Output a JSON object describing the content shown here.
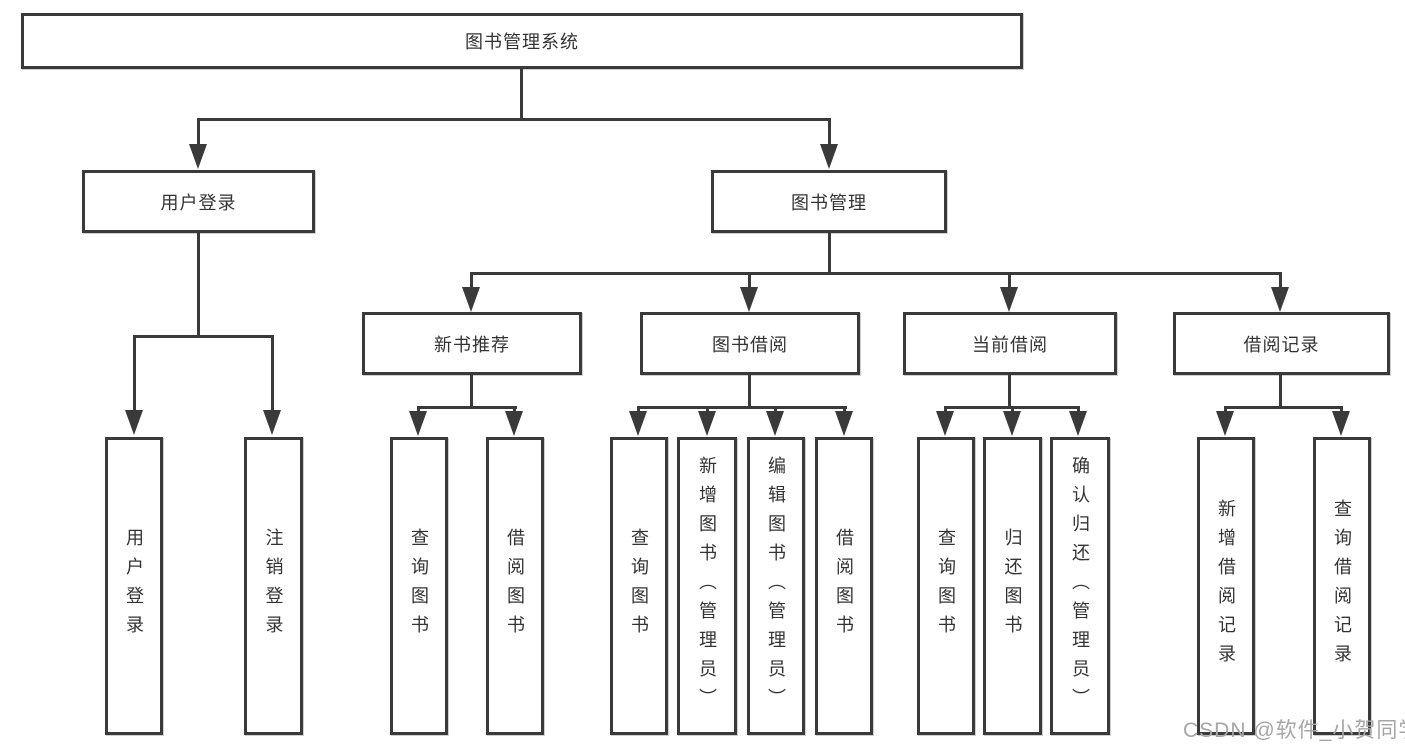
{
  "diagram": {
    "root": {
      "label": "图书管理系统"
    },
    "level1": [
      {
        "label": "用户登录"
      },
      {
        "label": "图书管理"
      }
    ],
    "level2": [
      {
        "label": "新书推荐"
      },
      {
        "label": "图书借阅"
      },
      {
        "label": "当前借阅"
      },
      {
        "label": "借阅记录"
      }
    ],
    "leaves": {
      "user_login": [
        "用户登录",
        "注销登录"
      ],
      "new_books": [
        "查询图书",
        "借阅图书"
      ],
      "book_borrow": [
        "查询图书",
        "新增图书（管理员）",
        "编辑图书（管理员）",
        "借阅图书"
      ],
      "current_borrow": [
        "查询图书",
        "归还图书",
        "确认归还（管理员）"
      ],
      "borrow_records": [
        "新增借阅记录",
        "查询借阅记录"
      ]
    }
  },
  "watermark": "CSDN @软件_小贺同学",
  "colors": {
    "line": "#3a3a3a",
    "text": "#333333",
    "watermark": "#a6a6a6",
    "background": "#ffffff"
  }
}
